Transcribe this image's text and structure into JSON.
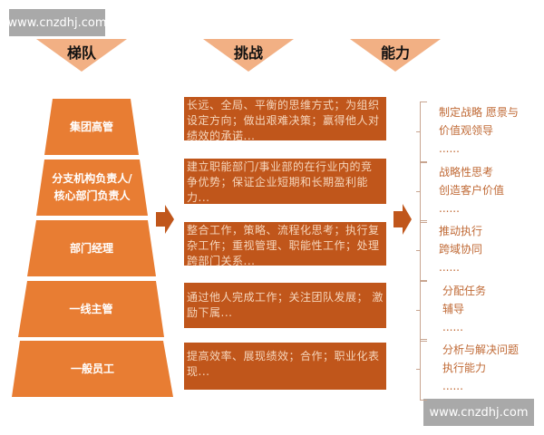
{
  "watermark": "www.cnzdhj.com",
  "headers": [
    "梯队",
    "挑战",
    "能力"
  ],
  "tiers": [
    {
      "name": "集团高管",
      "challenge": "长远、全局、平衡的思维方式；为组织设定方向；做出艰难决策；赢得他人对绩效的承诺...",
      "abilities": [
        "制定战略  愿景与",
        "价值观领导",
        "......"
      ]
    },
    {
      "name": "分支机构负责人/核心部门负责人",
      "challenge": "建立职能部门/事业部的在行业内的竞争优势；保证企业短期和长期盈利能力...",
      "abilities": [
        "战略性思考",
        "创造客户价值",
        "......"
      ]
    },
    {
      "name": "部门经理",
      "challenge": "整合工作，策略、流程化思考；执行复杂工作；重视管理、职能性工作；处理跨部门关系...",
      "abilities": [
        "推动执行",
        "跨域协同",
        "......"
      ]
    },
    {
      "name": "一线主管",
      "challenge": "通过他人完成工作；关注团队发展；  激励下属...",
      "abilities": [
        "分配任务",
        "辅导",
        "......"
      ]
    },
    {
      "name": "一般员工",
      "challenge": "提高效率、展现绩效；合作；职业化表现...",
      "abilities": [
        "分析与解决问题",
        "执行能力",
        "......"
      ]
    }
  ],
  "colors": {
    "tier": "#e87d33",
    "box": "#c0561b",
    "header": "#f2b084",
    "ability": "#c06a36"
  }
}
